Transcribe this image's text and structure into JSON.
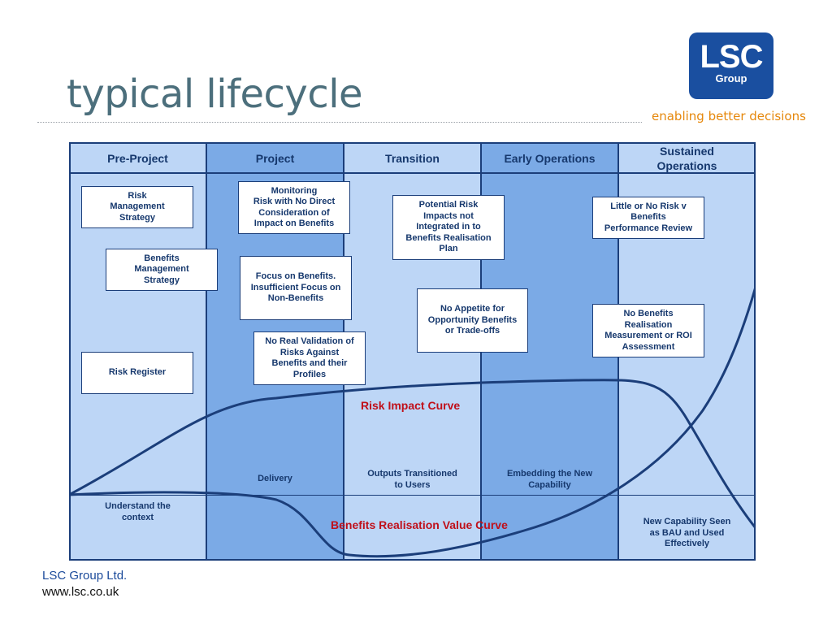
{
  "title": "typical lifecycle",
  "logo": {
    "main": "LSC",
    "sub": "Group"
  },
  "tagline": "enabling better decisions",
  "phases": [
    "Pre-Project",
    "Project",
    "Transition",
    "Early Operations",
    "Sustained\nOperations"
  ],
  "boxes": {
    "risk_mgmt": "Risk\nManagement\nStrategy",
    "benefits_mgmt": "Benefits\nManagement\nStrategy",
    "risk_register": "Risk Register",
    "monitoring": "Monitoring\nRisk with No Direct\nConsideration of\nImpact on Benefits",
    "focus_benefits": "Focus on Benefits.\nInsufficient Focus on\nNon-Benefits",
    "no_real_validation": "No Real Validation of\nRisks Against\nBenefits and their\nProfiles",
    "potential_risk": "Potential Risk\nImpacts not\nIntegrated in to\nBenefits Realisation\nPlan",
    "no_appetite": "No Appetite for\nOpportunity Benefits\nor Trade-offs",
    "little_risk": "Little or No Risk v\nBenefits\nPerformance Review",
    "no_benefits": "No Benefits\nRealisation\nMeasurement or ROI\nAssessment"
  },
  "labels": {
    "delivery": "Delivery",
    "outputs_transitioned": "Outputs Transitioned\nto Users",
    "embedding": "Embedding the New\nCapability",
    "understand": "Understand the\ncontext",
    "new_capability": "New Capability Seen\nas BAU and Used\nEffectively"
  },
  "curves": {
    "risk_impact": "Risk Impact Curve",
    "benefits_value": "Benefits Realisation Value Curve"
  },
  "colors": {
    "light_column": "#bdd6f6",
    "dark_column": "#7baae6",
    "curve": "#1b3e7a",
    "curve_label": "#c0101a"
  },
  "footer": {
    "company": "LSC Group Ltd.",
    "url": "www.lsc.co.uk"
  }
}
